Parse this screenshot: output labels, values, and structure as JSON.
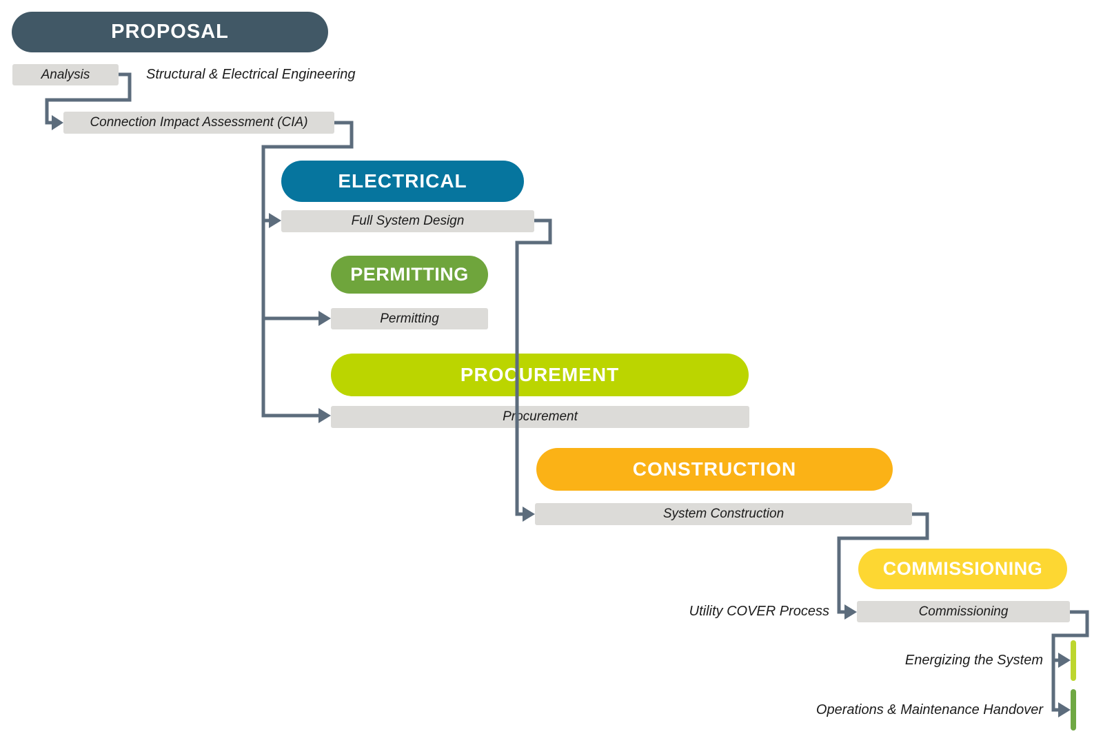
{
  "colors": {
    "proposal": "#415866",
    "electrical": "#06759E",
    "permitting": "#6FA53C",
    "procurement": "#BBD500",
    "construction": "#FBB216",
    "commissioning": "#FDD732",
    "task_bar": "#DCDBD8",
    "connector": "#5C6C7C",
    "milestone_energizing": "#BDD62E",
    "milestone_handover": "#6FA843"
  },
  "phases": {
    "proposal": {
      "label": "PROPOSAL"
    },
    "electrical": {
      "label": "ELECTRICAL"
    },
    "permitting": {
      "label": "PERMITTING"
    },
    "procurement": {
      "label": "PROCUREMENT"
    },
    "construction": {
      "label": "CONSTRUCTION"
    },
    "commissioning": {
      "label": "COMMISSIONING"
    }
  },
  "tasks": {
    "analysis": {
      "label": "Analysis"
    },
    "cia": {
      "label": "Connection Impact Assessment (CIA)"
    },
    "full_system_design": {
      "label": "Full System Design"
    },
    "permitting": {
      "label": "Permitting"
    },
    "procurement": {
      "label": "Procurement"
    },
    "system_construction": {
      "label": "System Construction"
    },
    "commissioning": {
      "label": "Commissioning"
    }
  },
  "annotations": {
    "structural_engineering": {
      "label": "Structural & Electrical Engineering"
    },
    "utility_cover": {
      "label": "Utility COVER Process"
    },
    "energizing": {
      "label": "Energizing the System"
    },
    "operations_handover": {
      "label": "Operations & Maintenance Handover"
    }
  }
}
